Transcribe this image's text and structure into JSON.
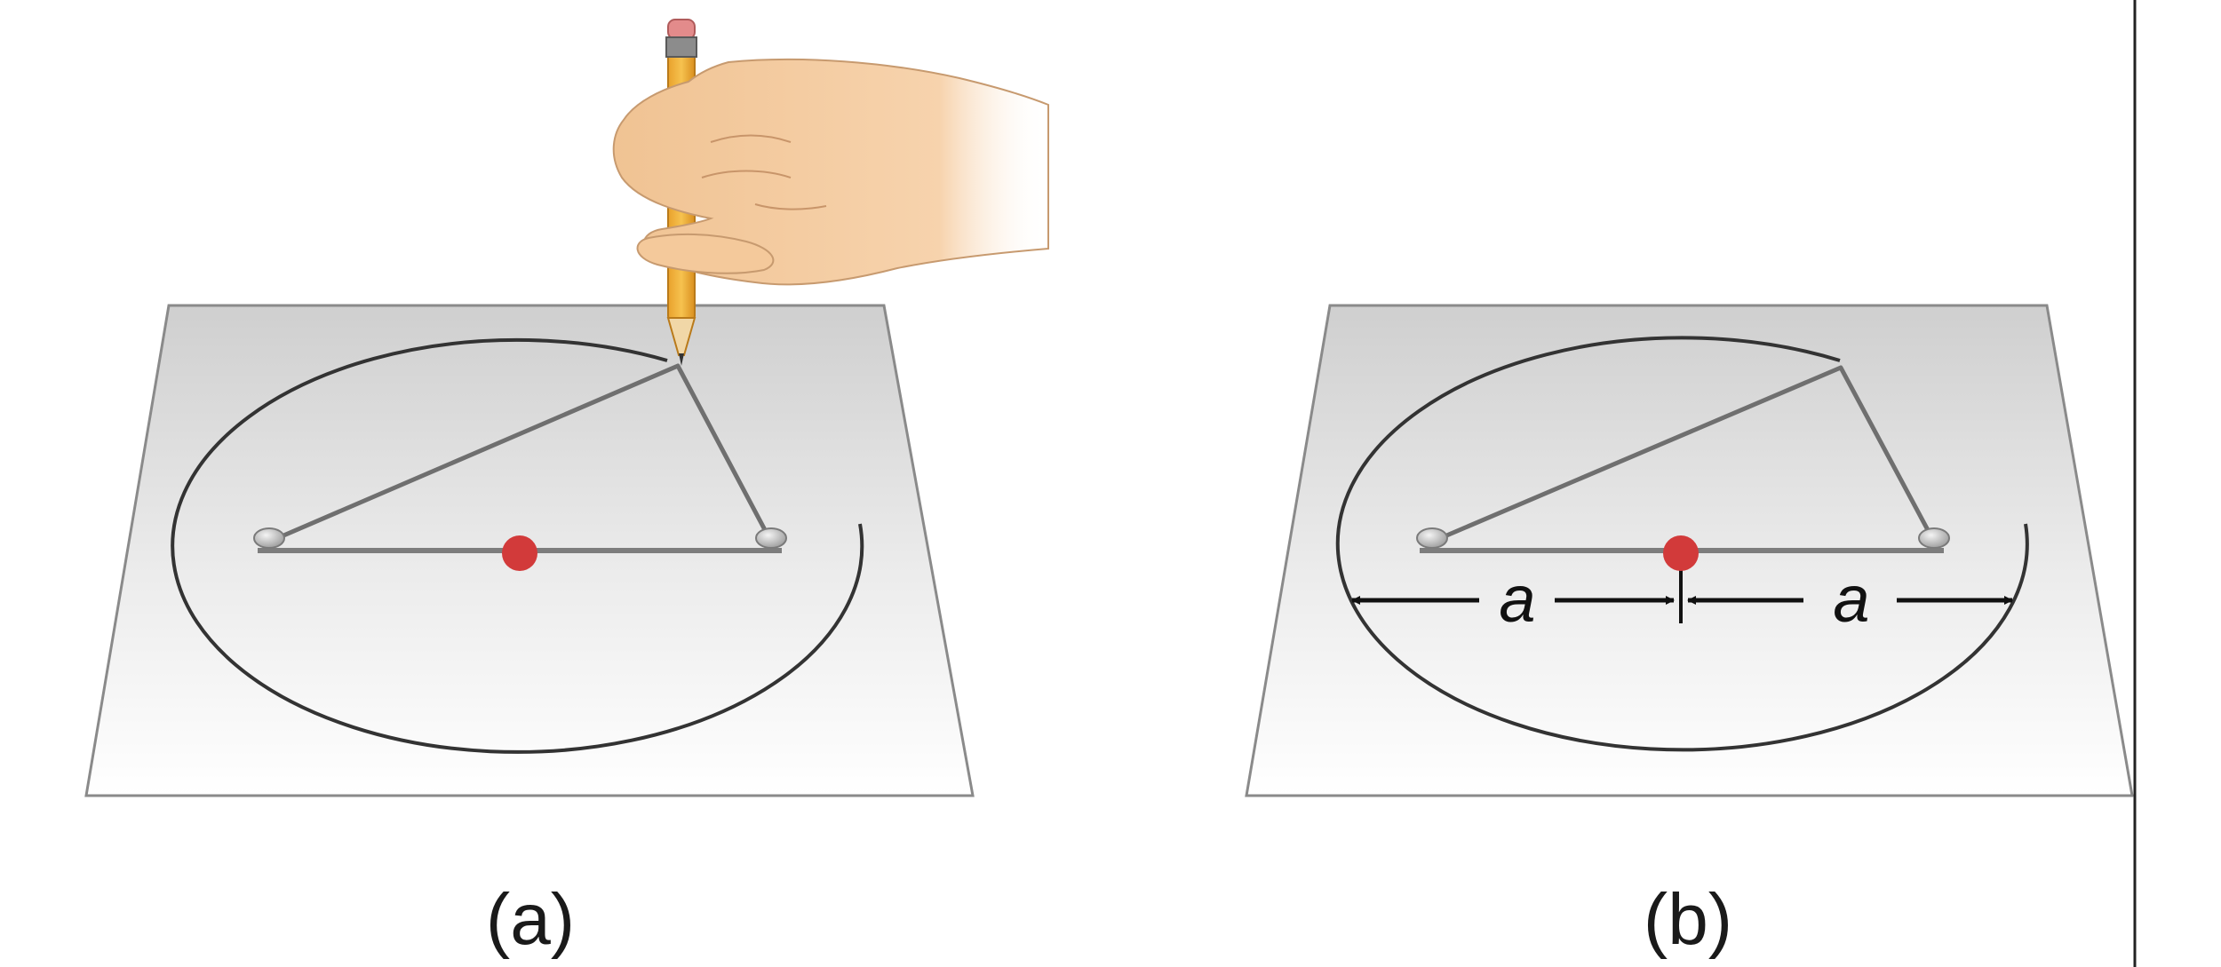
{
  "figure": {
    "panels": [
      {
        "id": "a",
        "label": "(a)",
        "shows_hand_with_pencil": true,
        "dimension_labels": []
      },
      {
        "id": "b",
        "label": "(b)",
        "shows_hand_with_pencil": false,
        "dimension_labels": [
          "a",
          "a"
        ]
      }
    ],
    "colors": {
      "center_dot": "#d23a3a",
      "string": "#6f6f6f",
      "ellipse": "#333333",
      "paper_top": "#cfcfcf",
      "paper_bottom": "#ffffff",
      "pencil": "#f2b43a",
      "skin": "#f6cfa3",
      "dimension_arrow": "#111111"
    }
  }
}
